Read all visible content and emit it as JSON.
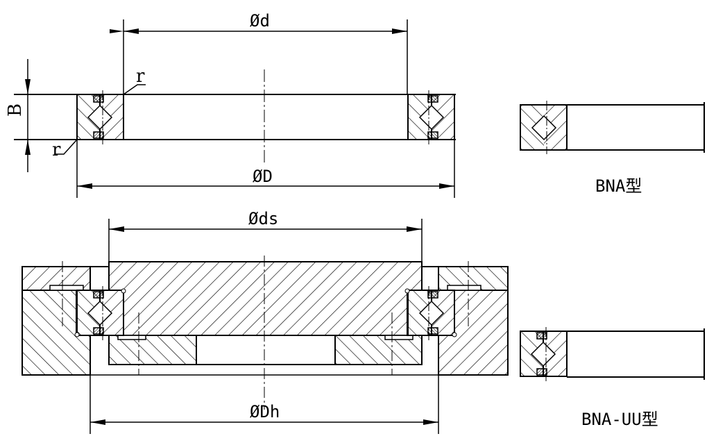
{
  "labels": {
    "d": "Ød",
    "D": "ØD",
    "ds": "Øds",
    "Dh": "ØDh",
    "B": "B",
    "r_top": "r",
    "r_bottom": "r",
    "bna": "BNA型",
    "bna_uu": "BNA-UU型"
  },
  "colors": {
    "line": "#000000",
    "background": "#ffffff"
  }
}
